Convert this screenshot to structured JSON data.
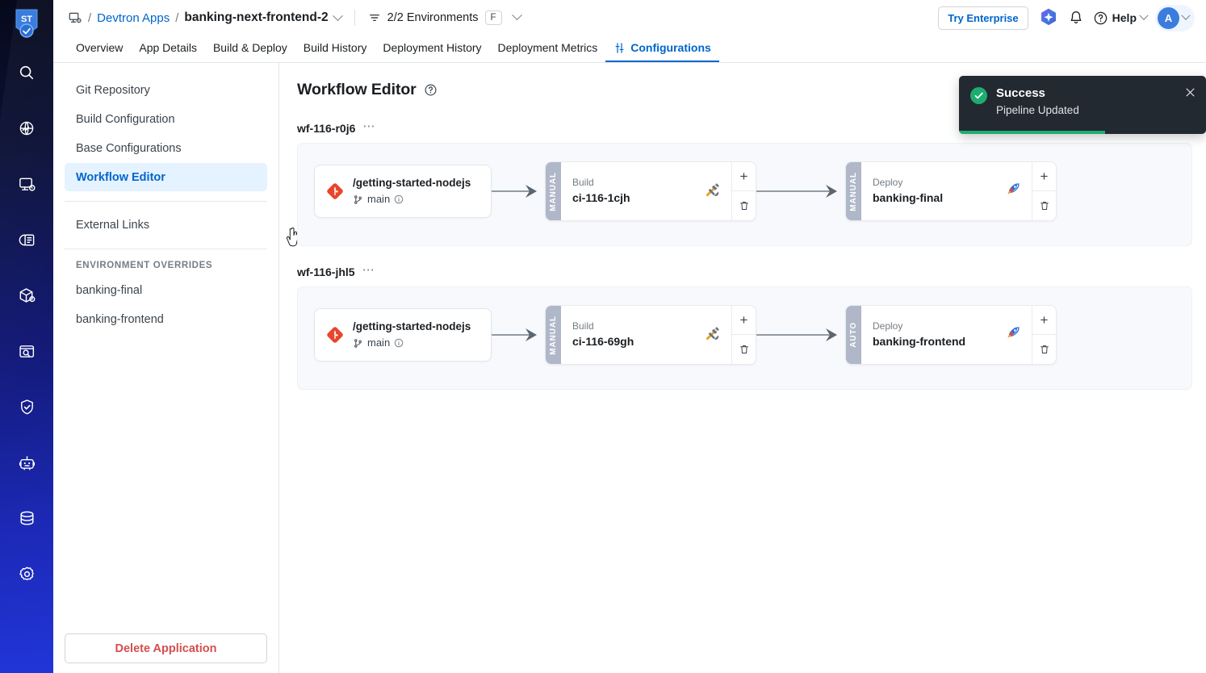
{
  "rail": {
    "logo_text": "ST",
    "icons": [
      {
        "name": "search-icon"
      },
      {
        "name": "globe-analytics-icon"
      },
      {
        "name": "app-window-icon"
      },
      {
        "name": "chart-server-icon"
      },
      {
        "name": "package-icon"
      },
      {
        "name": "resource-browser-icon"
      },
      {
        "name": "shield-check-icon"
      },
      {
        "name": "bot-icon"
      },
      {
        "name": "database-stack-icon"
      },
      {
        "name": "gear-icon"
      }
    ]
  },
  "header": {
    "breadcrumb": {
      "app_icon": "app-window-icon",
      "sep1": "/",
      "root": "Devtron Apps",
      "sep2": "/",
      "current": "banking-next-frontend-2"
    },
    "env_selector": {
      "label": "2/2 Environments",
      "shortcut": "F"
    },
    "try_enterprise": "Try Enterprise",
    "help_label": "Help",
    "avatar_initial": "A"
  },
  "tabs": [
    {
      "label": "Overview",
      "active": false
    },
    {
      "label": "App Details",
      "active": false
    },
    {
      "label": "Build & Deploy",
      "active": false
    },
    {
      "label": "Build History",
      "active": false
    },
    {
      "label": "Deployment History",
      "active": false
    },
    {
      "label": "Deployment Metrics",
      "active": false
    },
    {
      "label": "Configurations",
      "active": true
    }
  ],
  "sidebar": {
    "items": [
      {
        "label": "Git Repository",
        "active": false
      },
      {
        "label": "Build Configuration",
        "active": false
      },
      {
        "label": "Base Configurations",
        "active": false
      },
      {
        "label": "Workflow Editor",
        "active": true
      },
      {
        "label": "External Links",
        "active": false
      }
    ],
    "section_heading": "ENVIRONMENT OVERRIDES",
    "overrides": [
      {
        "label": "banking-final"
      },
      {
        "label": "banking-frontend"
      }
    ],
    "delete_button": "Delete Application"
  },
  "main": {
    "title": "Workflow Editor",
    "help_icon": "question-circle-icon",
    "workflows": [
      {
        "name": "wf-116-r0j6",
        "menu": "⋯",
        "source": {
          "icon": "git-icon",
          "repo": "/getting-started-nodejs",
          "branch_icon": "branch-icon",
          "branch": "main",
          "info_icon": "info-icon"
        },
        "ci": {
          "trigger": "MANUAL",
          "label": "Build",
          "value": "ci-116-1cjh",
          "icon": "hammer-wrench-icon",
          "add": "+",
          "delete_icon": "trash-icon"
        },
        "cd": {
          "trigger": "MANUAL",
          "label": "Deploy",
          "value": "banking-final",
          "icon": "rocket-icon",
          "add": "+",
          "delete_icon": "trash-icon"
        }
      },
      {
        "name": "wf-116-jhl5",
        "menu": "⋯",
        "source": {
          "icon": "git-icon",
          "repo": "/getting-started-nodejs",
          "branch_icon": "branch-icon",
          "branch": "main",
          "info_icon": "info-icon"
        },
        "ci": {
          "trigger": "MANUAL",
          "label": "Build",
          "value": "ci-116-69gh",
          "icon": "hammer-wrench-icon",
          "add": "+",
          "delete_icon": "trash-icon"
        },
        "cd": {
          "trigger": "AUTO",
          "label": "Deploy",
          "value": "banking-frontend",
          "icon": "rocket-icon",
          "add": "+",
          "delete_icon": "trash-icon"
        }
      }
    ]
  },
  "toast": {
    "title": "Success",
    "message": "Pipeline Updated",
    "close_icon": "close-icon",
    "accent_color": "#1dad70",
    "background_color": "#232930"
  },
  "colors": {
    "accent_blue": "#0066cc",
    "danger_red": "#d44e4e",
    "trigger_strip": "#b0b7c9",
    "canvas": "#f7f9fc"
  }
}
